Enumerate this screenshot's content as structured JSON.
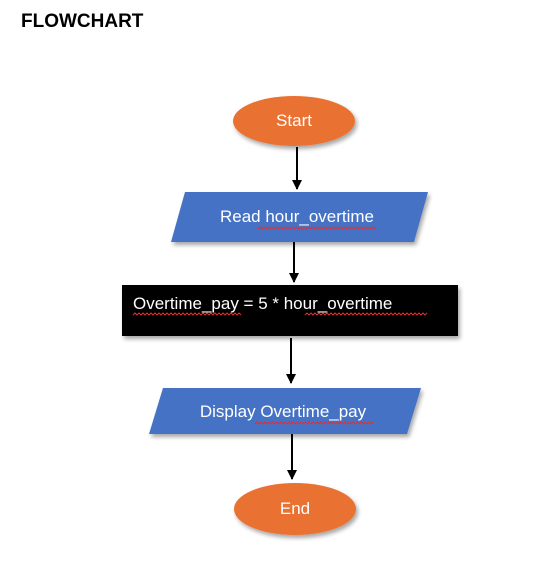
{
  "title": "FLOWCHART",
  "nodes": {
    "start": {
      "label": "Start"
    },
    "read": {
      "label": "Read hour_overtime"
    },
    "process": {
      "label": "Overtime_pay = 5 * hour_overtime"
    },
    "display": {
      "label": "Display Overtime_pay"
    },
    "end": {
      "label": "End"
    }
  },
  "colors": {
    "terminal": "#e97132",
    "io": "#4472c4",
    "process": "#000000",
    "arrow": "#000000",
    "spellcheck": "#e03030"
  }
}
